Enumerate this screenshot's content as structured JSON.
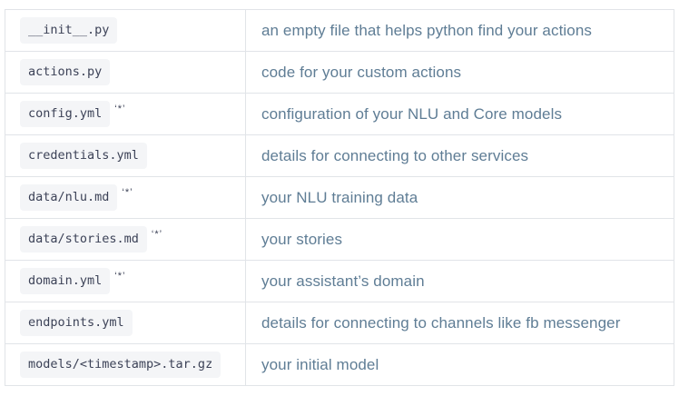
{
  "table": {
    "colors": {
      "code_bg": "#f4f5f7",
      "code_text": "#3c4257",
      "desc_text": "#5f7d95",
      "border": "#e1e4e8"
    },
    "rows": [
      {
        "file": "__init__.py",
        "marker": "",
        "desc": "an empty file that helps python find your actions"
      },
      {
        "file": "actions.py",
        "marker": "",
        "desc": "code for your custom actions"
      },
      {
        "file": "config.yml",
        "marker": "‘*’",
        "desc": "configuration of your NLU and Core models"
      },
      {
        "file": "credentials.yml",
        "marker": "",
        "desc": "details for connecting to other services"
      },
      {
        "file": "data/nlu.md",
        "marker": "‘*’",
        "desc": "your NLU training data"
      },
      {
        "file": "data/stories.md",
        "marker": "‘*’",
        "desc": "your stories"
      },
      {
        "file": "domain.yml",
        "marker": "‘*’",
        "desc": "your assistant’s domain"
      },
      {
        "file": "endpoints.yml",
        "marker": "",
        "desc": "details for connecting to channels like fb messenger"
      },
      {
        "file": "models/<timestamp>.tar.gz",
        "marker": "",
        "desc": "your initial model"
      }
    ]
  }
}
